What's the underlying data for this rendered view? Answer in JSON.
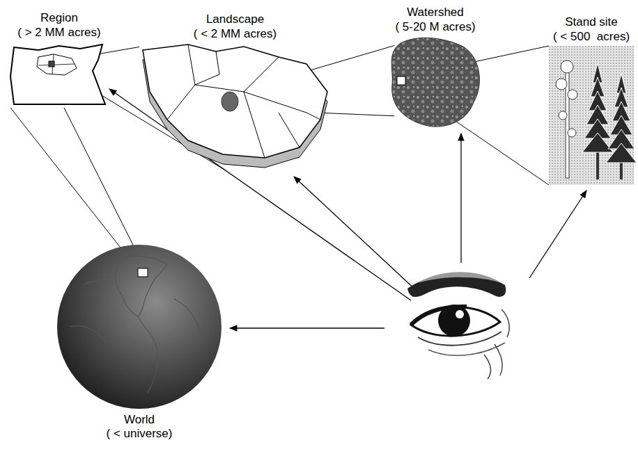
{
  "diagram": {
    "nodes": [
      {
        "text": [
          "Region",
          "( > 2 MM acres)"
        ]
      },
      {
        "text": [
          "Landscape",
          "( < 2 MM acres)"
        ]
      },
      {
        "text": [
          "Watershed",
          "( 5-20 M acres)"
        ]
      },
      {
        "text": [
          "Stand site",
          "( < 500  acres)"
        ]
      },
      {
        "text": [
          "World",
          "( < universe)"
        ]
      }
    ],
    "edges": [
      {
        "from": 4,
        "to": 0,
        "arrow": "none"
      },
      {
        "from": 0,
        "to": 1,
        "arrow": "none"
      },
      {
        "from": 1,
        "to": 2,
        "arrow": "none"
      },
      {
        "from": 2,
        "to": 3,
        "arrow": "none"
      }
    ]
  }
}
